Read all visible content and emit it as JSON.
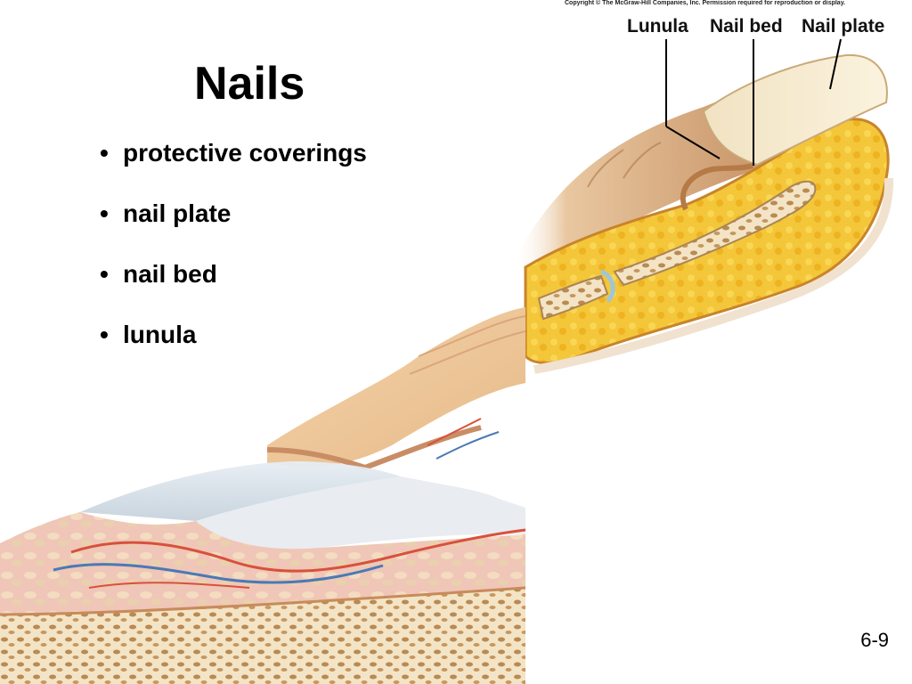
{
  "slide": {
    "title": "Nails",
    "bullets": [
      {
        "text": "protective coverings"
      },
      {
        "text": "nail plate"
      },
      {
        "text": "nail bed"
      },
      {
        "text": "lunula"
      }
    ],
    "bullet_symbol": "•",
    "page_number": "6-9"
  },
  "figure": {
    "copyright": "Copyright © The McGraw-Hill Companies, Inc. Permission required for reproduction or display.",
    "labels": {
      "lunula": "Lunula",
      "nail_bed": "Nail bed",
      "nail_plate": "Nail plate"
    }
  }
}
